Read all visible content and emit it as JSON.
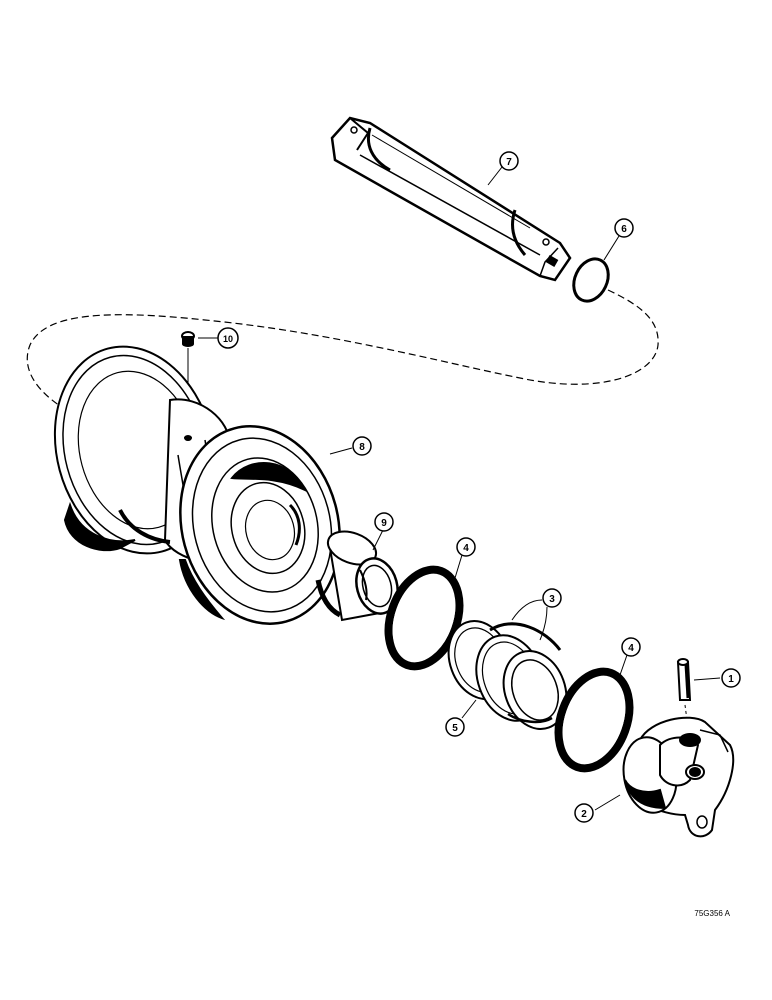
{
  "callouts": [
    {
      "number": "1"
    },
    {
      "number": "2"
    },
    {
      "number": "3"
    },
    {
      "number": "4"
    },
    {
      "number": "4"
    },
    {
      "number": "5"
    },
    {
      "number": "6"
    },
    {
      "number": "7"
    },
    {
      "number": "8"
    },
    {
      "number": "9"
    },
    {
      "number": "10"
    }
  ],
  "reference_code": "75G356 A"
}
